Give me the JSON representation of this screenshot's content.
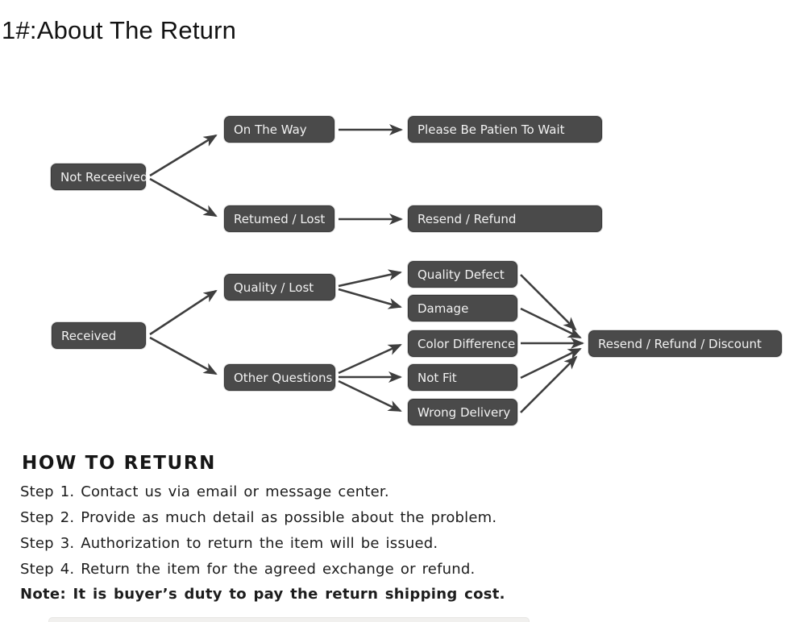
{
  "page": {
    "title": "1#:About The Return",
    "background_color": "#ffffff"
  },
  "flowchart": {
    "box_fill_color": "#4a4a4a",
    "box_border_color": "#383838",
    "box_text_color": "#f2f2f2",
    "arrow_color": "#3e3e3e",
    "nodes": [
      {
        "id": "not-received",
        "label": "Not Receeived"
      },
      {
        "id": "on-the-way",
        "label": "On The Way"
      },
      {
        "id": "be-patient",
        "label": "Please Be Patien To Wait"
      },
      {
        "id": "returned-lost",
        "label": "Retumed / Lost"
      },
      {
        "id": "resend-refund",
        "label": "Resend / Refund"
      },
      {
        "id": "received",
        "label": "Received"
      },
      {
        "id": "quality-lost",
        "label": "Quality / Lost"
      },
      {
        "id": "other-questions",
        "label": "Other Questions"
      },
      {
        "id": "quality-defect",
        "label": "Quality Defect"
      },
      {
        "id": "damage",
        "label": "Damage"
      },
      {
        "id": "color-difference",
        "label": "Color Difference"
      },
      {
        "id": "not-fit",
        "label": "Not Fit"
      },
      {
        "id": "wrong-delivery",
        "label": "Wrong Delivery"
      },
      {
        "id": "resolution",
        "label": "Resend / Refund / Discount"
      }
    ],
    "edges": [
      {
        "from": "Not Receeived",
        "to": "On The Way"
      },
      {
        "from": "Not Receeived",
        "to": "Retumed / Lost"
      },
      {
        "from": "On The Way",
        "to": "Please Be Patien To Wait"
      },
      {
        "from": "Retumed / Lost",
        "to": "Resend / Refund"
      },
      {
        "from": "Received",
        "to": "Quality / Lost"
      },
      {
        "from": "Received",
        "to": "Other Questions"
      },
      {
        "from": "Quality / Lost",
        "to": "Quality Defect"
      },
      {
        "from": "Quality / Lost",
        "to": "Damage"
      },
      {
        "from": "Other Questions",
        "to": "Color Difference"
      },
      {
        "from": "Other Questions",
        "to": "Not Fit"
      },
      {
        "from": "Other Questions",
        "to": "Wrong Delivery"
      },
      {
        "from": "Quality Defect",
        "to": "Resend / Refund / Discount"
      },
      {
        "from": "Damage",
        "to": "Resend / Refund / Discount"
      },
      {
        "from": "Color Difference",
        "to": "Resend / Refund / Discount"
      },
      {
        "from": "Not Fit",
        "to": "Resend / Refund / Discount"
      },
      {
        "from": "Wrong Delivery",
        "to": "Resend / Refund / Discount"
      }
    ]
  },
  "how_to_return": {
    "heading": "HOW TO RETURN",
    "steps": [
      "Step 1. Contact us via email or message center.",
      "Step 2. Provide as much detail as possible about the problem.",
      "Step 3. Authorization to return the item will be issued.",
      "Step 4. Return the item for the agreed exchange or refund."
    ],
    "note": "Note: It is buyer’s duty to pay the return shipping cost."
  }
}
